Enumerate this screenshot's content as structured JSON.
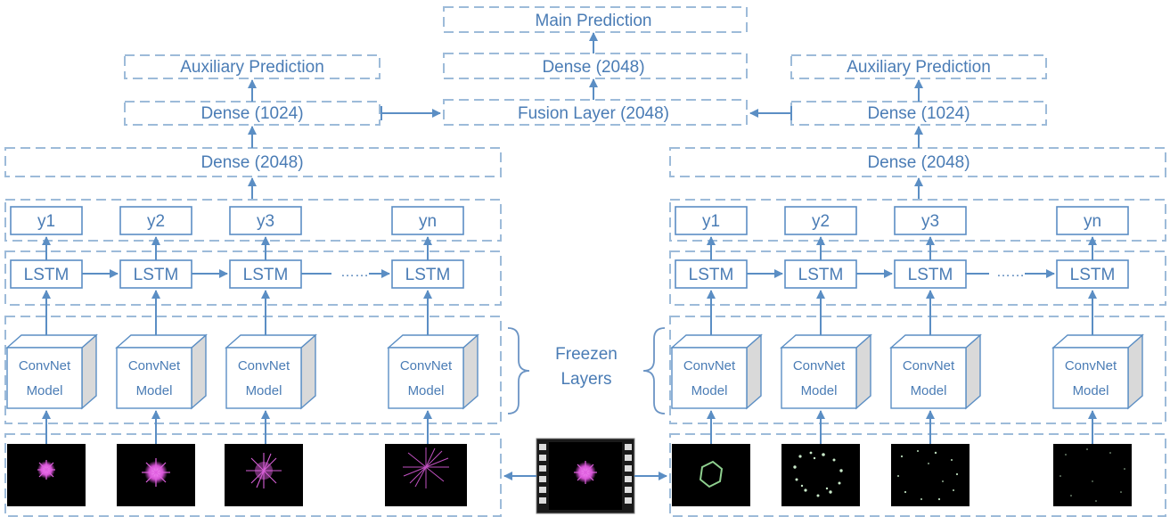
{
  "top": {
    "main_prediction": "Main Prediction",
    "dense_main": "Dense (2048)",
    "fusion_layer": "Fusion Layer (2048)"
  },
  "left_branch": {
    "auxiliary_prediction": "Auxiliary Prediction",
    "dense_1024": "Dense (1024)",
    "dense_2048": "Dense (2048)",
    "outputs": [
      "y1",
      "y2",
      "y3",
      "yn"
    ],
    "lstm_label": "LSTM",
    "ellipsis": "……",
    "convnet_line1": "ConvNet",
    "convnet_line2": "Model"
  },
  "right_branch": {
    "auxiliary_prediction": "Auxiliary Prediction",
    "dense_1024": "Dense (1024)",
    "dense_2048": "Dense (2048)",
    "outputs": [
      "y1",
      "y2",
      "y3",
      "yn"
    ],
    "lstm_label": "LSTM",
    "ellipsis": "……",
    "convnet_line1": "ConvNet",
    "convnet_line2": "Model"
  },
  "freeze_label": {
    "line1": "Freezen",
    "line2": "Layers"
  },
  "colors": {
    "accent": "#5b8ec4",
    "dashed_border": "#9dbbd9",
    "firework_pink": "#e060e0",
    "segmentation_green": "#8fd08f"
  }
}
